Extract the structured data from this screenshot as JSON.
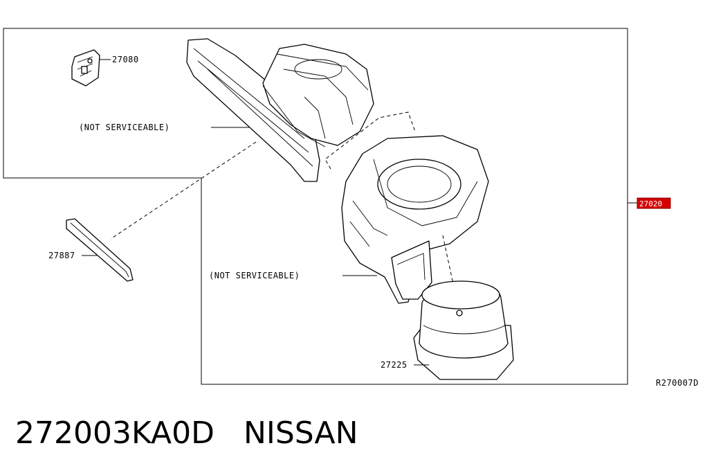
{
  "callouts": {
    "actuator": "27080",
    "upper_not_serviceable": "(NOT SERVICEABLE)",
    "gasket": "27887",
    "lower_not_serviceable": "(NOT SERVICEABLE)",
    "blower_motor": "27225",
    "assembly_highlight": "27020"
  },
  "diagram_code": "R270007D",
  "caption": "272003KA0D   NISSAN",
  "colors": {
    "highlight": "#d40000",
    "line": "#000000"
  }
}
